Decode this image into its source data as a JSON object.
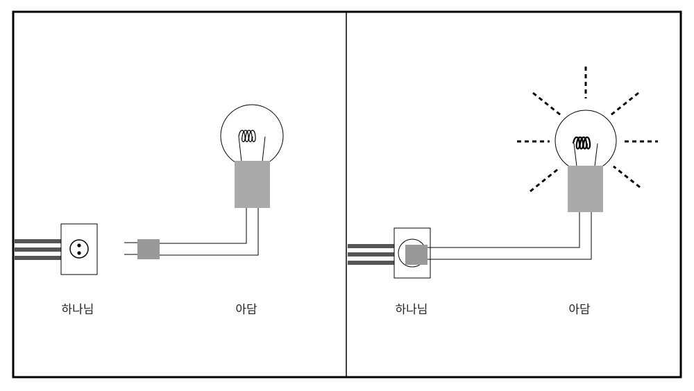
{
  "colors": {
    "line": "#000000",
    "plug": "#999999",
    "bulb_base": "#aaaaaa",
    "cord_stripes": "#555555",
    "background": "#ffffff"
  },
  "left_panel": {
    "source_label": "하나님",
    "bulb_label": "아담",
    "state": "unplugged",
    "bulb_lit": false
  },
  "right_panel": {
    "source_label": "하나님",
    "bulb_label": "아담",
    "state": "plugged-in",
    "bulb_lit": true
  }
}
